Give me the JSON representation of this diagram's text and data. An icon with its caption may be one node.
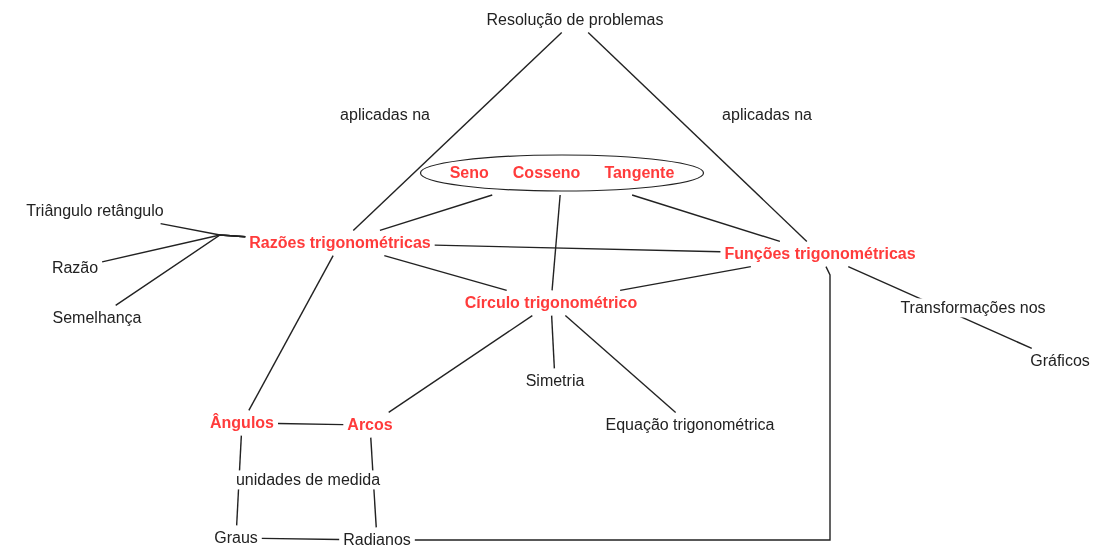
{
  "diagram": {
    "nodes": [
      {
        "text": [
          "Resolução de problemas"
        ]
      },
      {
        "text": [
          "Seno",
          "Cosseno",
          "Tangente"
        ]
      },
      {
        "text": [
          "Triângulo retângulo"
        ]
      },
      {
        "text": [
          "Razões trigonométricas"
        ]
      },
      {
        "text": [
          "Funções trigonométricas"
        ]
      },
      {
        "text": [
          "Razão"
        ]
      },
      {
        "text": [
          "Círculo trigonométrico"
        ]
      },
      {
        "text": [
          "Semelhança"
        ]
      },
      {
        "text": [
          "Gráficos"
        ]
      },
      {
        "text": [
          "Simetria"
        ]
      },
      {
        "text": [
          "Ângulos"
        ]
      },
      {
        "text": [
          "Arcos"
        ]
      },
      {
        "text": [
          "Equação trigonométrica"
        ]
      },
      {
        "text": [
          "Graus"
        ]
      },
      {
        "text": [
          "Radianos"
        ]
      }
    ],
    "edges": [
      {
        "from": 0,
        "to": 3,
        "arrow": "none",
        "label": "aplicadas na"
      },
      {
        "from": 0,
        "to": 4,
        "arrow": "none",
        "label": "aplicadas na"
      },
      {
        "from": 1,
        "to": 3,
        "arrow": "none"
      },
      {
        "from": 1,
        "to": 6,
        "arrow": "none"
      },
      {
        "from": 1,
        "to": 4,
        "arrow": "none"
      },
      {
        "from": 2,
        "to": 3,
        "arrow": "none"
      },
      {
        "from": 3,
        "to": 4,
        "arrow": "none"
      },
      {
        "from": 5,
        "to": 3,
        "arrow": "none"
      },
      {
        "from": 3,
        "to": 6,
        "arrow": "none"
      },
      {
        "from": 6,
        "to": 4,
        "arrow": "none"
      },
      {
        "from": 7,
        "to": 3,
        "arrow": "none"
      },
      {
        "from": 4,
        "to": 8,
        "arrow": "none",
        "label": "Transformações nos"
      },
      {
        "from": 3,
        "to": 10,
        "arrow": "none"
      },
      {
        "from": 6,
        "to": 11,
        "arrow": "none"
      },
      {
        "from": 6,
        "to": 9,
        "arrow": "none"
      },
      {
        "from": 6,
        "to": 12,
        "arrow": "none"
      },
      {
        "from": 10,
        "to": 11,
        "arrow": "none"
      },
      {
        "from": 10,
        "to": 13,
        "arrow": "none",
        "label": "unidades de medida"
      },
      {
        "from": 11,
        "to": 14,
        "arrow": "none"
      },
      {
        "from": 13,
        "to": 14,
        "arrow": "none"
      },
      {
        "from": 14,
        "to": 4,
        "arrow": "none"
      }
    ]
  }
}
